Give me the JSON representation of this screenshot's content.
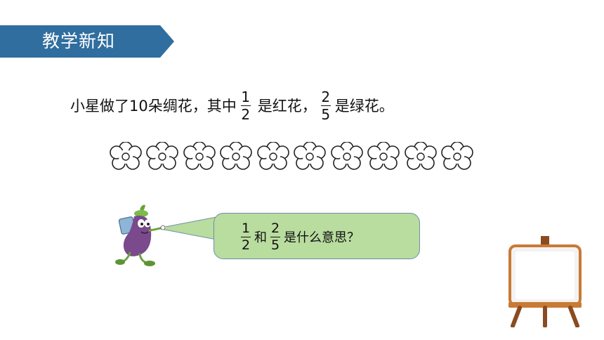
{
  "header": {
    "title": "教学新知"
  },
  "problem": {
    "text_before": "小星做了10朵绸花，其中",
    "frac1": {
      "numerator": "1",
      "denominator": "2"
    },
    "text_middle": "是红花，",
    "frac2": {
      "numerator": "2",
      "denominator": "5"
    },
    "text_after": "是绿花。"
  },
  "flowers": {
    "count": 10,
    "icon": "flower-outline-icon"
  },
  "bubble": {
    "frac1": {
      "numerator": "1",
      "denominator": "2"
    },
    "connector": "和",
    "frac2": {
      "numerator": "2",
      "denominator": "5"
    },
    "question": "是什么意思？",
    "fill_color": "#b9dc9f"
  },
  "colors": {
    "banner": "#2f6e9e",
    "character": "#7a4a8c"
  }
}
